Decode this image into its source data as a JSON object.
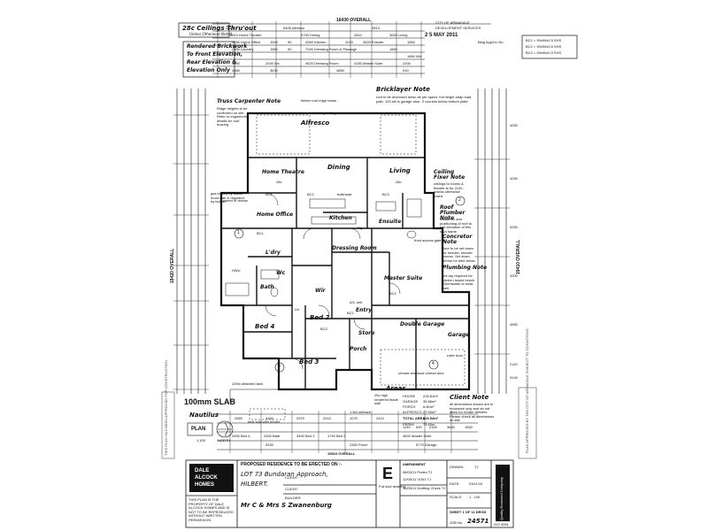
{
  "header": {
    "overall_dim": "16430 OVERALL",
    "top_dims_row1": [
      "2813",
      "5405 Alfresco",
      "2813",
      "3810 Home Theatre",
      "5790 Dining",
      "2810",
      "3620 Living"
    ],
    "top_dims_row2": [
      "3250 Home Office",
      "1540",
      "90",
      "4060 Kitchen",
      "1020",
      "3620 Ensuite",
      "1660"
    ],
    "top_dims_row3": [
      "2550 Laundry",
      "1560",
      "90",
      "7040 Dressing Room & Passage",
      "1860",
      "1660 Wir"
    ],
    "top_dims_row4": [
      "1340",
      "2040 Wc",
      "4620 Dressing Room",
      "4150 Master Suite",
      "2200"
    ],
    "top_dims_row5": [
      "4380",
      "3630",
      "4860",
      "910"
    ]
  },
  "corner_notes": {
    "ceilings": "28c Ceilings Thru'out",
    "ceilings_sub": "Unless Otherwise Noted",
    "brickwork": [
      "Rendered Brickwork",
      "To Front Elevation,",
      "Rear Elevation &",
      "Elevation Only"
    ]
  },
  "stamp": {
    "city": "CITY OF ARMADALE",
    "dept": "DEVELOPMENT SERVICES",
    "date": "2 5 MAY 2011",
    "bldg": "Bldg App/Lic No."
  },
  "bracing": [
    "BC1 = 90x90x0.5 SHS",
    "BC2 = 90x90x0.6 SHS",
    "BC3 = 90x90x0.5 SHS"
  ],
  "notes": {
    "truss_title": "Truss Carpenter Note",
    "truss_body": "Ridge heights to be confirmed on site. Refer to engineering details for roof bracing.",
    "bricklayer_title": "Bricklayer Note",
    "bricklayer_body": "roof to be anchored down as per specs. full height strap load path. 120 sill to garage door. 3 courses below bottom plate.",
    "ceiling_title": "Ceiling Fixer Note",
    "ceiling_body": "ceilings to rooms & theatre to be 2100, unless otherwise noted.",
    "roof_title": "Roof Plumber Note",
    "roof_body": "Install rec and positioning of roof to suit elevation of this stud frame.",
    "concretor_title": "Concretor Note",
    "concretor_body": "floor to be set down for ensuite, shower recess. Set down 50mm for tiled areas.",
    "plumbing_title": "Plumbing Note",
    "plumbing_body": "pre-lay required for kitchen island bench. Stormwater to soak well.",
    "client_title": "Client Note",
    "client_body": "all dimensions shown are to brickwork only and do not allow for render finishes. Please check all dimensions on site."
  },
  "rooms": {
    "alfresco": "Alfresco",
    "dining": "Dining",
    "home_theatre": "Home Theatre",
    "living": "Living",
    "home_office": "Home Office",
    "kitchen": "Kitchen",
    "ensuite": "Ensuite",
    "dressing_room": "Dressing Room",
    "laundry": "L'dry",
    "wc": "Wc",
    "bath": "Bath",
    "wir": "Wir",
    "master_suite": "Master Suite",
    "bed2": "Bed 2",
    "bed3": "Bed 3",
    "bed4": "Bed 4",
    "entry": "Entry",
    "store": "Store",
    "porch": "Porch",
    "double_garage": "Double Garage",
    "garage": "Garage",
    "ceiling_28c": "28c",
    "ceiling_28c_b": "28c",
    "pantry": "Pty",
    "linen": "Lin"
  },
  "small_labels": {
    "extent_of_render": "extent of render",
    "gas_bottles": "gas bottles by client, hood slab & regulator by builder",
    "ridge_beam": "timber roof ridge beam",
    "raking_ceiling": "raking ceiling",
    "bulkhead": "bulkhead",
    "front_access": "front access gate",
    "hw_unit": "HWU",
    "garage_door": "remote sectional o/head door",
    "roller_door": "roller door",
    "rendered_blade": "25c high rendered blade wall",
    "attached_tank": "100m attached tank",
    "setback": "1.5m setback",
    "ac_unit": "A/C unit",
    "water_tank": "tank wall with render"
  },
  "ceiling_marks": [
    "BC1",
    "BC2",
    "BC3",
    "BC1",
    "BC2",
    "BC3",
    "BC2"
  ],
  "section_marks": [
    "1",
    "2",
    "3",
    "4"
  ],
  "areas": {
    "title": "Areas",
    "rows": [
      {
        "name": "HOUSE",
        "value": "226.81m²"
      },
      {
        "name": "GARAGE",
        "value": "35.86m²"
      },
      {
        "name": "PORCH",
        "value": "6.80m²"
      },
      {
        "name": "ALFRESCO",
        "value": "27.50m²"
      },
      {
        "name": "TOTAL AREA",
        "value": "326.54m²"
      },
      {
        "name": "PERIM",
        "value": "73.40m"
      }
    ]
  },
  "bottom_dims": {
    "row1": [
      "2860",
      "3160",
      "2970",
      "2410",
      "1070",
      "2410",
      "1190",
      "590",
      "2150",
      "3640",
      "1500"
    ],
    "row2": [
      "2450 Bed 4",
      "2450 Bath",
      "3400 Bed 3",
      "1790 Bed 2",
      "4600 Master Suite"
    ],
    "row3": [
      "9330",
      "2350 Porch",
      "5770 Garage"
    ],
    "overall": "15910 OVERALL"
  },
  "slab": {
    "label": "100mm SLAB",
    "design": "Nautilus",
    "plan": "PLAN",
    "north": "NORTH",
    "scale": "1:100"
  },
  "right_side_dims": [
    "4250",
    "4250",
    "5250",
    "3200",
    "4550",
    "2110",
    "3140"
  ],
  "right_vertical": "19410 OVERALL",
  "left_vertical": "18420 OVERALL",
  "title_block": {
    "proposed": "PROPOSED RESIDENCE TO BE ERECTED ON :-",
    "lot": "LOT 73 Bundaran Approach,",
    "suburb": "HILBERT.",
    "client": "Mr C & Mrs S Zwanenburg",
    "client_lbl": "CLIENT:",
    "client_lbl2": "CLIENT:",
    "builder_lbl": "BUILDER:",
    "amendment": "AMENDMENT",
    "amend_rows": [
      "08/03/11 Prelim  TJ",
      "12/05/11 VO#1 TJ",
      "16/05/11 Drafting Check TJ"
    ],
    "drawn": "DRAWN:",
    "drawn_val": "TJ",
    "date_lbl": "DATE:",
    "date_val": "03/11/10",
    "scale_lbl": "SCALE:",
    "scale_val": "1 : 100",
    "sheet": "SHEET 1 OF 11 DRGS",
    "job_lbl": "JOB No.",
    "job_no": "24571",
    "size_letter": "E",
    "size_sub": "Full size drawing",
    "company1": "DALE",
    "company2": "ALCOCK",
    "company3": "HOMES",
    "fine_print": "THIS PLAN IS THE PROPERTY OF DALE ALCOCK HOMES AND IS NOT TO BE REPRODUCED WITHOUT WRITTEN PERMISSION",
    "quality": "Quality Endorsed Company",
    "iso": "ISO 9001"
  },
  "left_stamp": "THIS PLAN HAS BEEN APPROVED FOR CONSTRUCTION",
  "right_stamp": "PLAN APPROVED BY THE CITY OF ARMADALE SUBJECT TO CONDITIONS"
}
